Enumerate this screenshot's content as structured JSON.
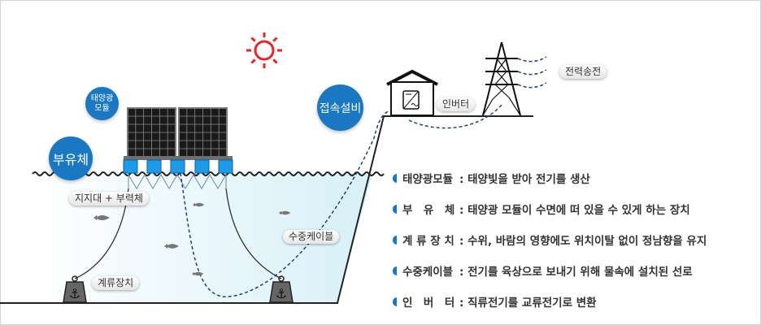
{
  "labels": {
    "solar_module": "태양광\n모듈",
    "solar_module_l1": "태양광",
    "solar_module_l2": "모듈",
    "float": "부유체",
    "connection": "접속설비",
    "support": "지지대 + 부력체",
    "mooring": "계류장치",
    "cable": "수중케이블",
    "inverter": "인버터",
    "transmission": "전력송전"
  },
  "legend": [
    {
      "term": "태양광모듈",
      "desc": ": 태양빛을 받아 전기를 생산"
    },
    {
      "term": "부　유　체",
      "desc": ": 태양광 모듈이 수면에 떠 있을 수 있게 하는 장치"
    },
    {
      "term": "계 류 장 치",
      "desc": " : 수위, 바람의 영향에도 위치이탈 없이 정남향을 유지"
    },
    {
      "term": "수중케이블",
      "desc": ": 전기를 육상으로 보내기 위해 물속에 설치된 선로"
    },
    {
      "term": "인　버　터",
      "desc": ": 직류전기를 교류전기로 변환"
    }
  ],
  "colors": {
    "accent": "#1a78c2",
    "float": "#1e9be8",
    "sun": "#e8262a",
    "cable": "#23406e"
  }
}
